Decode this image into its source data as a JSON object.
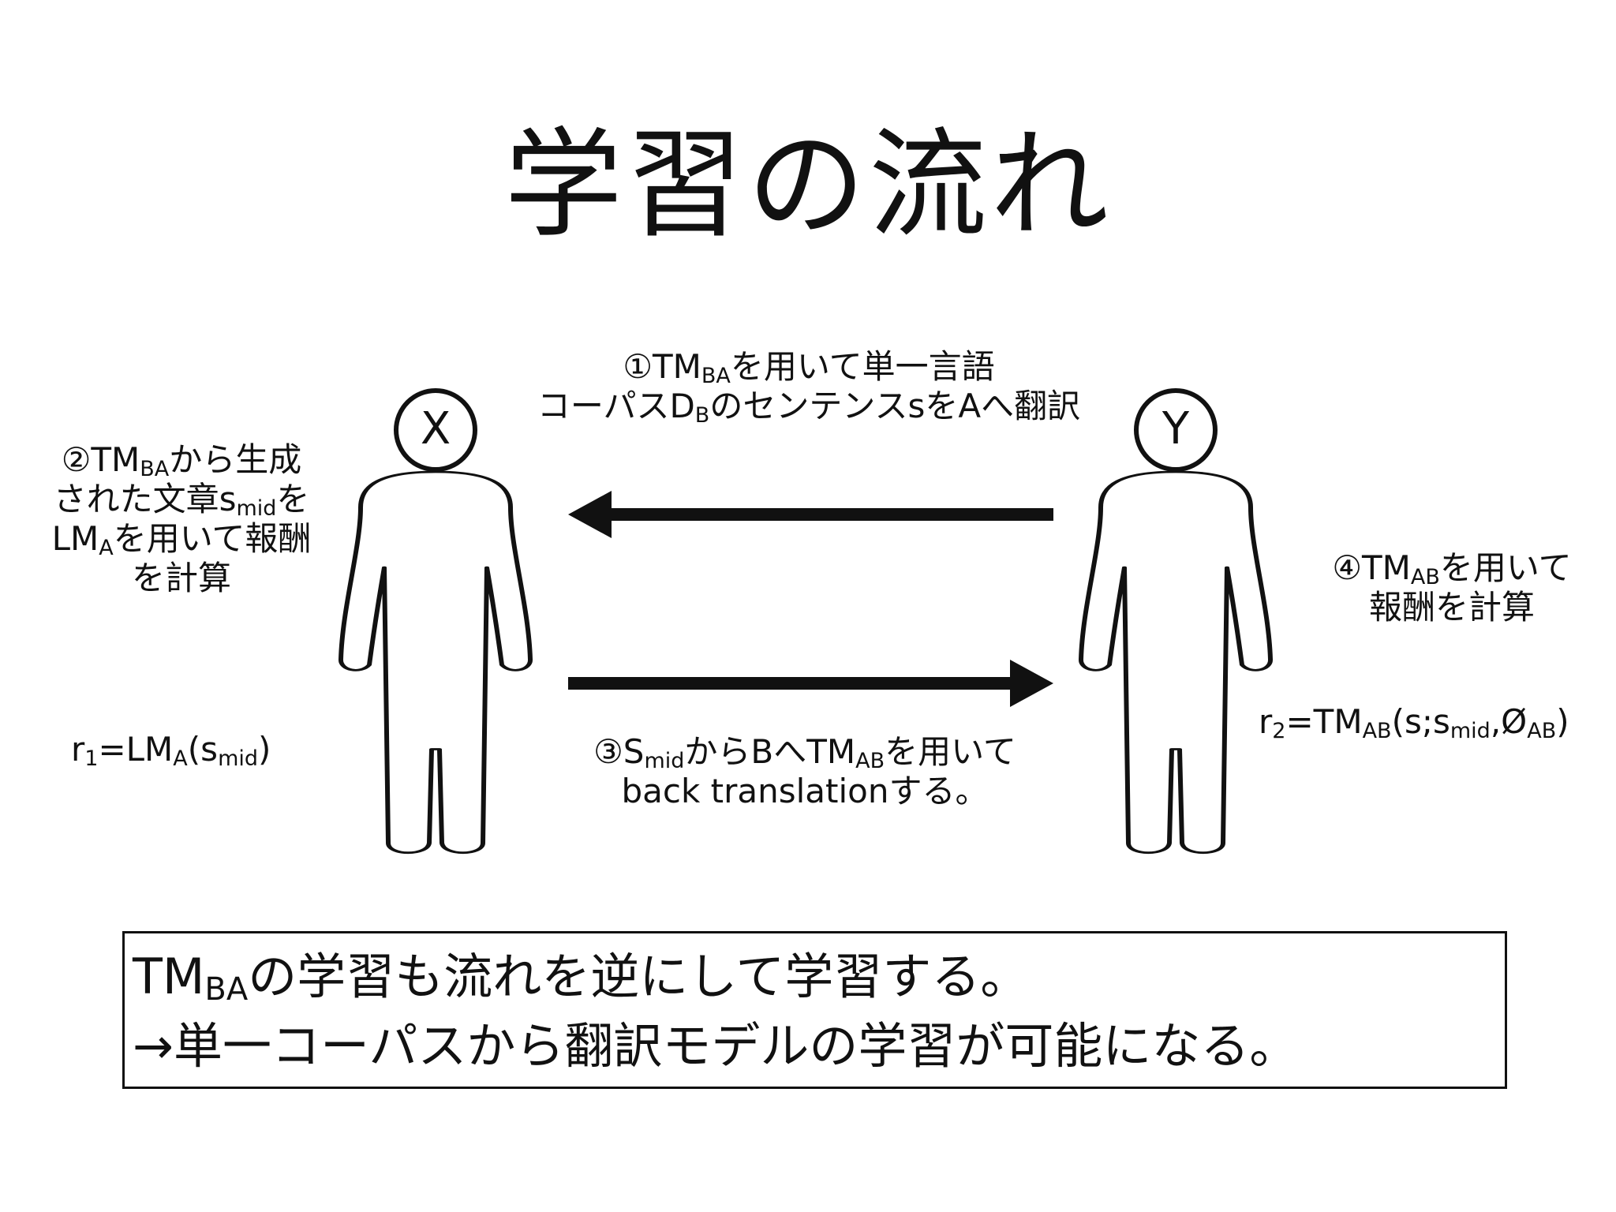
{
  "title": "学習の流れ",
  "persons": {
    "left": "X",
    "right": "Y"
  },
  "step1": {
    "line1": {
      "pre": "①TM",
      "sub": "BA",
      "post": "を用いて単一言語"
    },
    "line2": {
      "pre": "コーパスD",
      "sub": "B",
      "post": "のセンテンスsをAへ翻訳"
    }
  },
  "step2": {
    "line1": {
      "pre": "②TM",
      "sub": "BA",
      "post": "から生成"
    },
    "line2": {
      "pre": "された文章s",
      "sub": "mid",
      "post": "を"
    },
    "line3": {
      "pre": "LM",
      "sub": "A",
      "post": "を用いて報酬"
    },
    "line4": "を計算"
  },
  "step3": {
    "line1": {
      "pre": "③S",
      "sub": "mid",
      "mid": "からBへTM",
      "sub2": "AB",
      "post": "を用いて"
    },
    "line2": "back translationする。"
  },
  "step4": {
    "line1": {
      "pre": "④TM",
      "sub": "AB",
      "post": "を用いて"
    },
    "line2": "報酬を計算"
  },
  "formula1": {
    "a": "r",
    "a_sub": "1",
    "b": "=LM",
    "b_sub": "A",
    "c": "(s",
    "c_sub": "mid",
    "d": ")"
  },
  "formula2": {
    "a": "r",
    "a_sub": "2",
    "b": "=TM",
    "b_sub": "AB",
    "c": "(s;s",
    "c_sub": "mid",
    "d": ",Ø",
    "d_sub": "AB",
    "e": ")"
  },
  "summary": {
    "line1": {
      "pre": "TM",
      "sub": "BA",
      "post": "の学習も流れを逆にして学習する。"
    },
    "line2": "→単一コーパスから翻訳モデルの学習が可能になる。"
  }
}
